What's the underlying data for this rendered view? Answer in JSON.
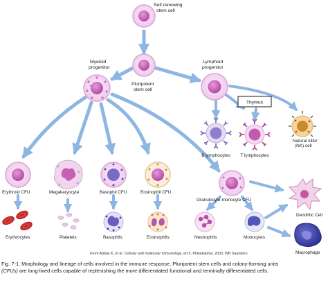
{
  "labels": {
    "self_renewing_1": "Self-renewing",
    "self_renewing_2": "stem cell",
    "myeloid_1": "Myeloid",
    "myeloid_2": "progenitor",
    "pluripotent_1": "Pluripotent",
    "pluripotent_2": "stem cell",
    "lymphoid_1": "Lymphoid",
    "lymphoid_2": "progenitor",
    "thymus": "Thymus",
    "b_lymphocytes": "B lymphocytes",
    "t_lymphocytes": "T lymphocytes",
    "nk_1": "Natural killer",
    "nk_2": "(NK) cell",
    "erythroid_cfu": "Erythroid CFU",
    "megakaryocyte": "Megakaryocyte",
    "basophil_cfu": "Basophil CFU",
    "eosinophil_cfu": "Eosinophil CFU",
    "granulocyte_monocyte_cfu": "Granulocyte-monocyte CFU",
    "dendritic_cell": "Dendritic Cell",
    "erythrocytes": "Erythrocytes",
    "platelets": "Platelets",
    "basophils": "Basophils",
    "eosinophils": "Eosinophils",
    "neutrophils": "Neutrophils",
    "monocytes": "Monocytes",
    "macrophage": "Macrophage"
  },
  "credit": {
    "prefix": "From Abbas K, et al: ",
    "title": "Cellular and molecular immunology",
    "suffix": ", ed 5, Philadelphia, 2003, WB Saunders."
  },
  "caption": {
    "line1": "Fig. 7-1. Morphology and lineage of cells involved in the immune response. Pluripotent stem cells and colony-forming units",
    "abbr": "(CFUs)",
    "line2": " are long-lived cells capable of replenishing the more differentiated functional and terminally differentiated cells."
  },
  "colors": {
    "arrow": "#8db6e2",
    "stem_membrane": "#e6b8e6",
    "stem_fill": "#f7e3f5",
    "nucleus": "#c55ab8",
    "erythrocyte": "#d42c2c",
    "basophil_granule": "#6d63c9",
    "eosinophil_granule": "#e07a2c",
    "macrophage": "#3b3ea8",
    "dendritic": "#d96ea3"
  }
}
